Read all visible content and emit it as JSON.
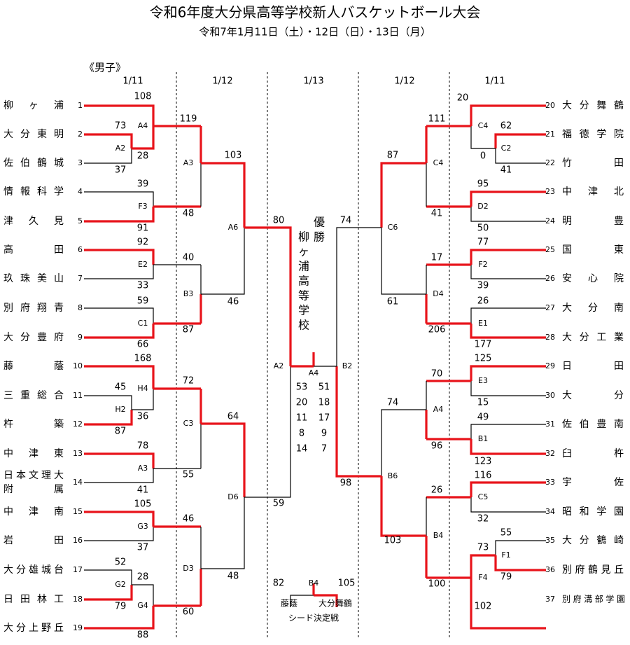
{
  "title": "令和6年度大分県高等学校新人バスケットボール大会",
  "subtitle": "令和7年1月11日（土）・12日（日）・13日（月）",
  "division": "《男子》",
  "dates": [
    "1/11",
    "1/12",
    "1/13",
    "1/12",
    "1/11"
  ],
  "colors": {
    "win": "#e8141b",
    "lose": "#000000",
    "divider": "#000000"
  },
  "left_teams": [
    {
      "no": "1",
      "name": "柳 ヶ 浦"
    },
    {
      "no": "2",
      "name": "大分東明"
    },
    {
      "no": "3",
      "name": "佐伯鶴城"
    },
    {
      "no": "4",
      "name": "情報科学"
    },
    {
      "no": "5",
      "name": "津 久 見"
    },
    {
      "no": "6",
      "name": "高 田"
    },
    {
      "no": "7",
      "name": "玖珠美山"
    },
    {
      "no": "8",
      "name": "別府翔青"
    },
    {
      "no": "9",
      "name": "大分豊府"
    },
    {
      "no": "10",
      "name": "藤 蔭"
    },
    {
      "no": "11",
      "name": "三重総合"
    },
    {
      "no": "12",
      "name": "杵 築"
    },
    {
      "no": "13",
      "name": "中 津 東"
    },
    {
      "no": "14",
      "name": "日本文理大附属"
    },
    {
      "no": "15",
      "name": "中 津 南"
    },
    {
      "no": "16",
      "name": "岩 田"
    },
    {
      "no": "17",
      "name": "大分雄城台"
    },
    {
      "no": "18",
      "name": "日田林工"
    },
    {
      "no": "19",
      "name": "大分上野丘"
    }
  ],
  "right_teams": [
    {
      "no": "20",
      "name": "大分舞鶴"
    },
    {
      "no": "21",
      "name": "福徳学院"
    },
    {
      "no": "22",
      "name": "竹 田"
    },
    {
      "no": "23",
      "name": "中 津 北"
    },
    {
      "no": "24",
      "name": "明 豊"
    },
    {
      "no": "25",
      "name": "国 東"
    },
    {
      "no": "26",
      "name": "安 心 院"
    },
    {
      "no": "27",
      "name": "大 分 南"
    },
    {
      "no": "28",
      "name": "大分工業"
    },
    {
      "no": "29",
      "name": "日 田"
    },
    {
      "no": "30",
      "name": "大 分"
    },
    {
      "no": "31",
      "name": "佐伯豊南"
    },
    {
      "no": "32",
      "name": "臼 杵"
    },
    {
      "no": "33",
      "name": "宇 佐"
    },
    {
      "no": "34",
      "name": "昭和学園"
    },
    {
      "no": "35",
      "name": "大分鶴崎"
    },
    {
      "no": "36",
      "name": "別府鶴見丘"
    },
    {
      "no": "37",
      "name": "別府溝部学園"
    }
  ],
  "game_codes": {
    "A4": "A4",
    "A2": "A2",
    "F3": "F3",
    "E2": "E2",
    "C1": "C1",
    "H4": "H4",
    "H2": "H2",
    "A3": "A3",
    "G3": "G3",
    "G2": "G2",
    "G4": "G4",
    "A3b": "A3",
    "B3": "B3",
    "C3": "C3",
    "D3": "D3",
    "A6": "A6",
    "D6": "D6",
    "A2f": "A2",
    "A4f": "A4",
    "B2f": "B2",
    "B4s": "B4",
    "C4": "C4",
    "C2": "C2",
    "D2": "D2",
    "F2": "F2",
    "D4": "D4",
    "E1": "E1",
    "E3": "E3",
    "A4r": "A4",
    "B1": "B1",
    "C5": "C5",
    "B4": "B4",
    "F1": "F1",
    "F4": "F4",
    "C4r": "C4",
    "B6": "B6",
    "C6": "C6"
  },
  "scores": {
    "l1": "108",
    "l2": "73",
    "l3": "37",
    "l2b": "28",
    "l4": "39",
    "l5": "91",
    "l6": "92",
    "l7": "33",
    "l8": "59",
    "l9": "66",
    "l10": "168",
    "l11": "45",
    "l12": "87",
    "l11b": "36",
    "l13": "78",
    "l14": "41",
    "l15": "105",
    "l16": "37",
    "l17": "52",
    "l18": "79",
    "l17b": "28",
    "l19": "88",
    "m1": "119",
    "m2": "48",
    "m3": "40",
    "m4": "87",
    "m5": "72",
    "m6": "55",
    "m7": "46",
    "m8": "60",
    "q1": "103",
    "q2": "46",
    "q3": "64",
    "q4": "48",
    "s1": "80",
    "s2": "59",
    "r20": "20",
    "r21": "62",
    "r22": "41",
    "r21b": "0",
    "r23": "95",
    "r24": "50",
    "r25": "77",
    "r26": "39",
    "r27": "26",
    "r28": "177",
    "r29": "125",
    "r30": "15",
    "r31": "49",
    "r32": "123",
    "r33": "116",
    "r34": "32",
    "r35": "55",
    "r36": "79",
    "r36b": "73",
    "r37": "102",
    "rm1": "111",
    "rm2": "41",
    "rm3": "17",
    "rm4": "206",
    "rm5": "70",
    "rm6": "96",
    "rm7": "26",
    "rm8": "100",
    "rq1": "87",
    "rq2": "61",
    "rq3": "74",
    "rq4": "103",
    "rs1": "74",
    "rs2": "98"
  },
  "final": {
    "champion_label": "優勝",
    "champion": "柳ヶ浦高等学校",
    "periods": [
      [
        "53",
        "51"
      ],
      [
        "20",
        "18"
      ],
      [
        "11",
        "17"
      ],
      [
        "8",
        "9"
      ],
      [
        "14",
        "7"
      ]
    ]
  },
  "seed_game": {
    "left_score": "82",
    "right_score": "105",
    "left_team": "藤蔭",
    "right_team": "大分舞鶴",
    "caption": "シード決定戦"
  }
}
